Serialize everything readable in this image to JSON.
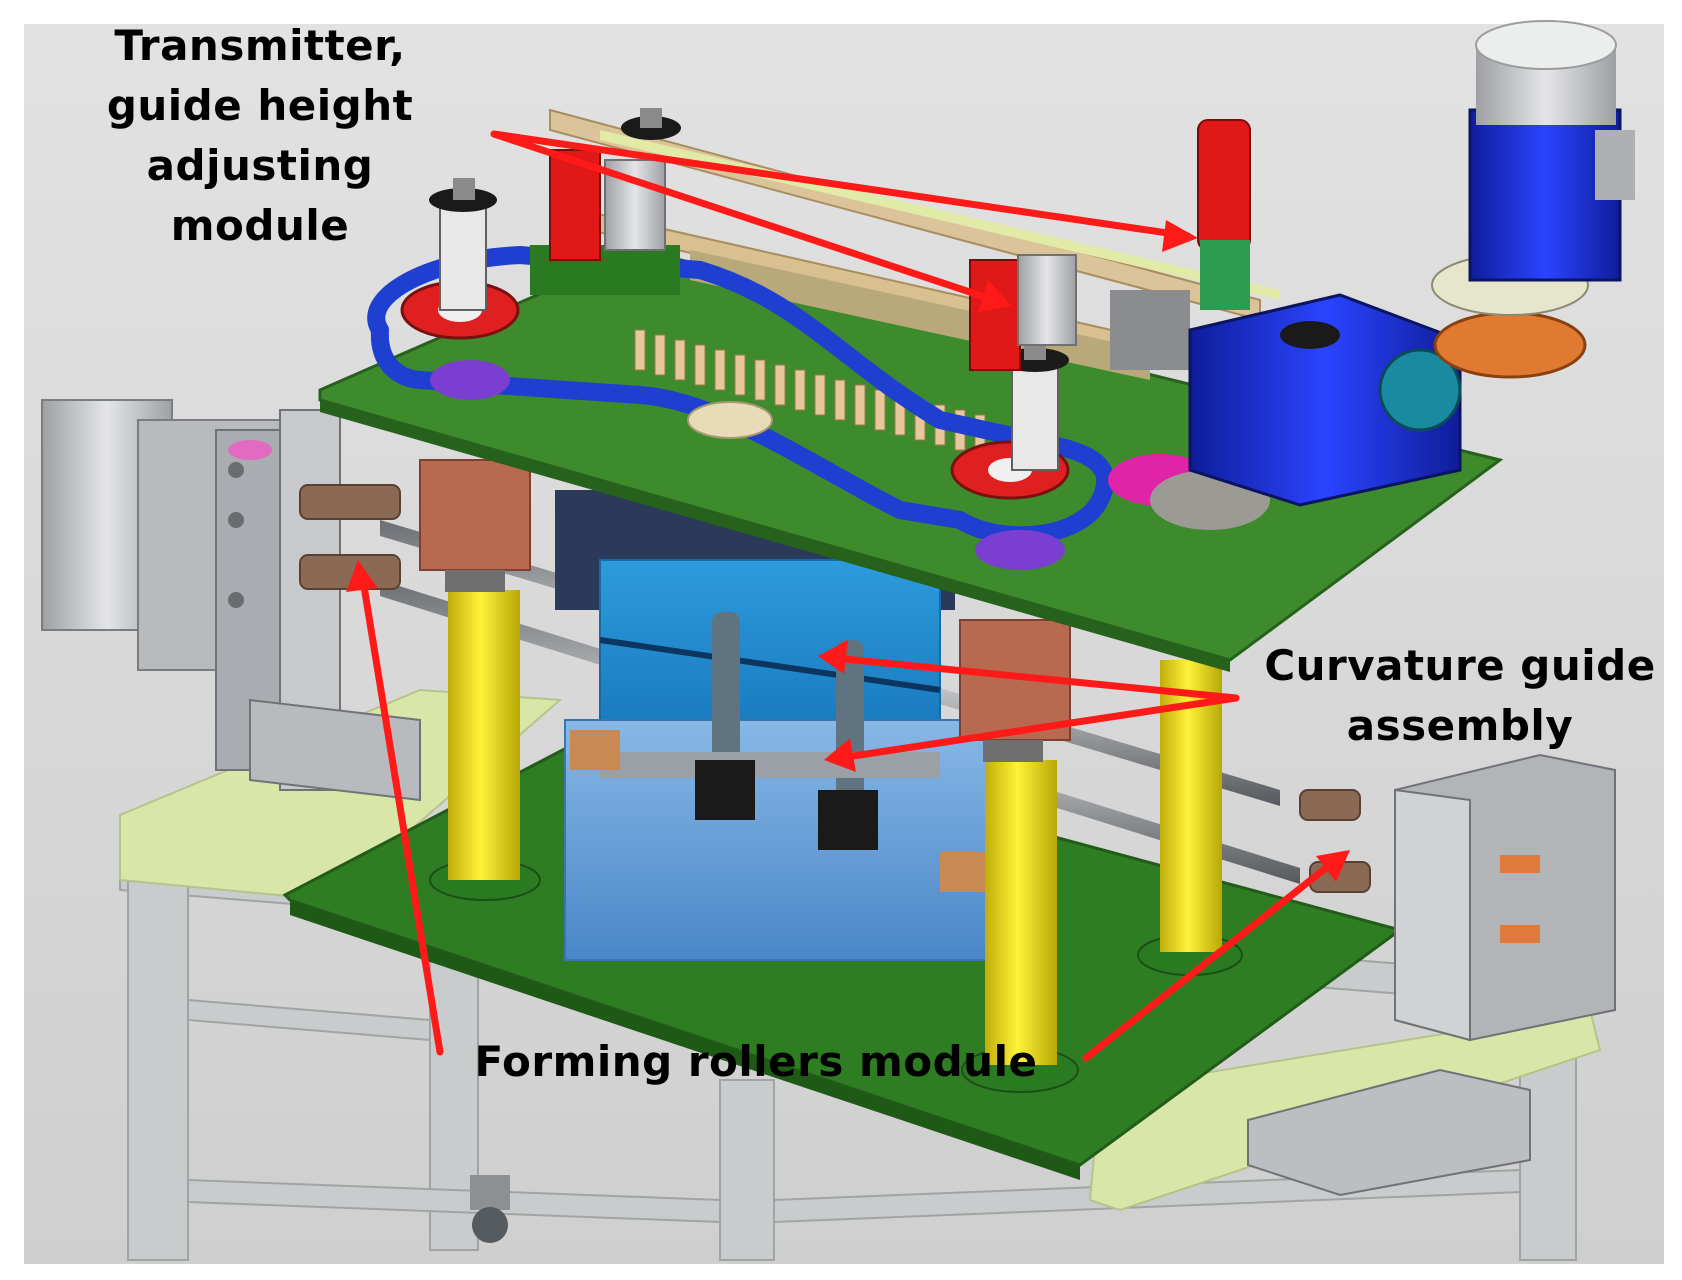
{
  "figure": {
    "callouts": {
      "transmitter": {
        "lines": [
          "Transmitter,",
          "guide height",
          "adjusting",
          "module"
        ]
      },
      "curvature": {
        "lines": [
          "Curvature guide",
          "assembly"
        ]
      },
      "forming": {
        "text": "Forming rollers module"
      }
    },
    "colors": {
      "background": "#dcdcdc",
      "top_plate": "#3f8a2a",
      "base_plate": "#2e7a22",
      "columns": "#f2e21a",
      "belt": "#1f3fd0",
      "motor": "#1c2fd6",
      "callout_arrow": "#ff1a1a",
      "guide_block": "#2a9ad8",
      "frame": "#c8cccc"
    },
    "icons": [
      "machine-render",
      "arrow-icon"
    ]
  }
}
